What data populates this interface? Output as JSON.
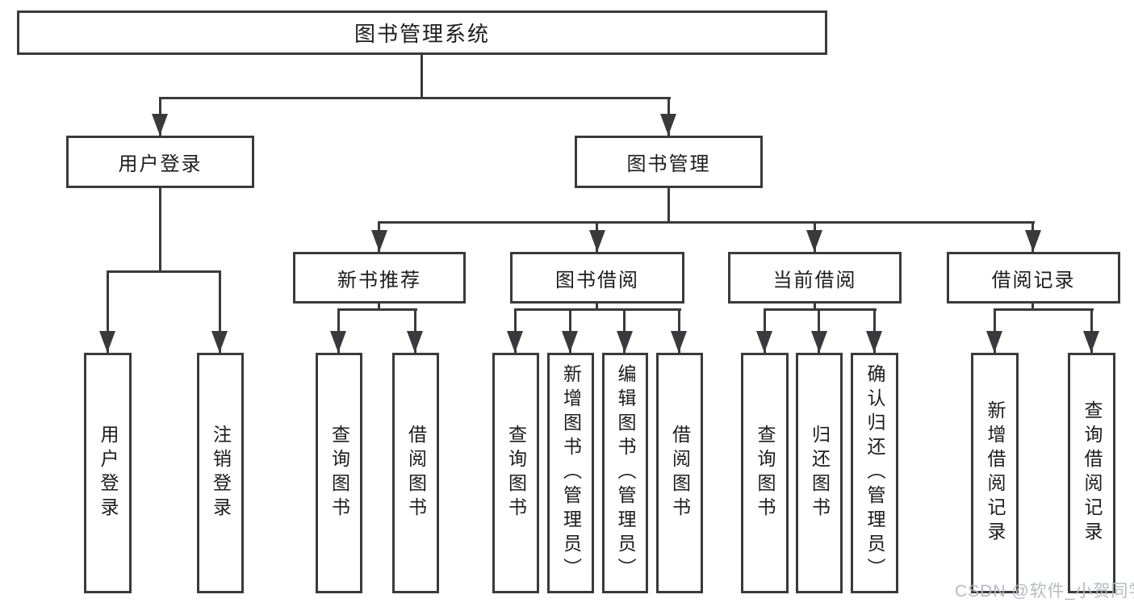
{
  "diagram": {
    "watermark": "CSDN @软件_小贺同学",
    "colors": {
      "line": "#3a3a3e",
      "text": "#1c1c1c",
      "box_fill": "#ffffff",
      "watermark": "#b4b8bd",
      "background": "#ffffff"
    },
    "nodes": {
      "root": {
        "label": "图书管理系统"
      },
      "login": {
        "label": "用户登录"
      },
      "mgmt": {
        "label": "图书管理"
      },
      "recommend": {
        "label": "新书推荐"
      },
      "borrow": {
        "label": "图书借阅"
      },
      "current": {
        "label": "当前借阅"
      },
      "records": {
        "label": "借阅记录"
      },
      "login_user": {
        "label": "用户登录"
      },
      "login_logout": {
        "label": "注销登录"
      },
      "rec_query": {
        "label": "查询图书"
      },
      "rec_borrow": {
        "label": "借阅图书"
      },
      "bor_query": {
        "label": "查询图书"
      },
      "bor_add": {
        "label": "新增图书（管理员）"
      },
      "bor_edit": {
        "label": "编辑图书（管理员）"
      },
      "bor_borrow": {
        "label": "借阅图书"
      },
      "cur_query": {
        "label": "查询图书"
      },
      "cur_return": {
        "label": "归还图书"
      },
      "cur_confirm": {
        "label": "确认归还（管理员）"
      },
      "recd_add": {
        "label": "新增借阅记录"
      },
      "recd_query": {
        "label": "查询借阅记录"
      }
    },
    "tree": {
      "root": [
        "login",
        "mgmt"
      ],
      "login": [
        "login_user",
        "login_logout"
      ],
      "mgmt": [
        "recommend",
        "borrow",
        "current",
        "records"
      ],
      "recommend": [
        "rec_query",
        "rec_borrow"
      ],
      "borrow": [
        "bor_query",
        "bor_add",
        "bor_edit",
        "bor_borrow"
      ],
      "current": [
        "cur_query",
        "cur_return",
        "cur_confirm"
      ],
      "records": [
        "recd_add",
        "recd_query"
      ]
    }
  }
}
